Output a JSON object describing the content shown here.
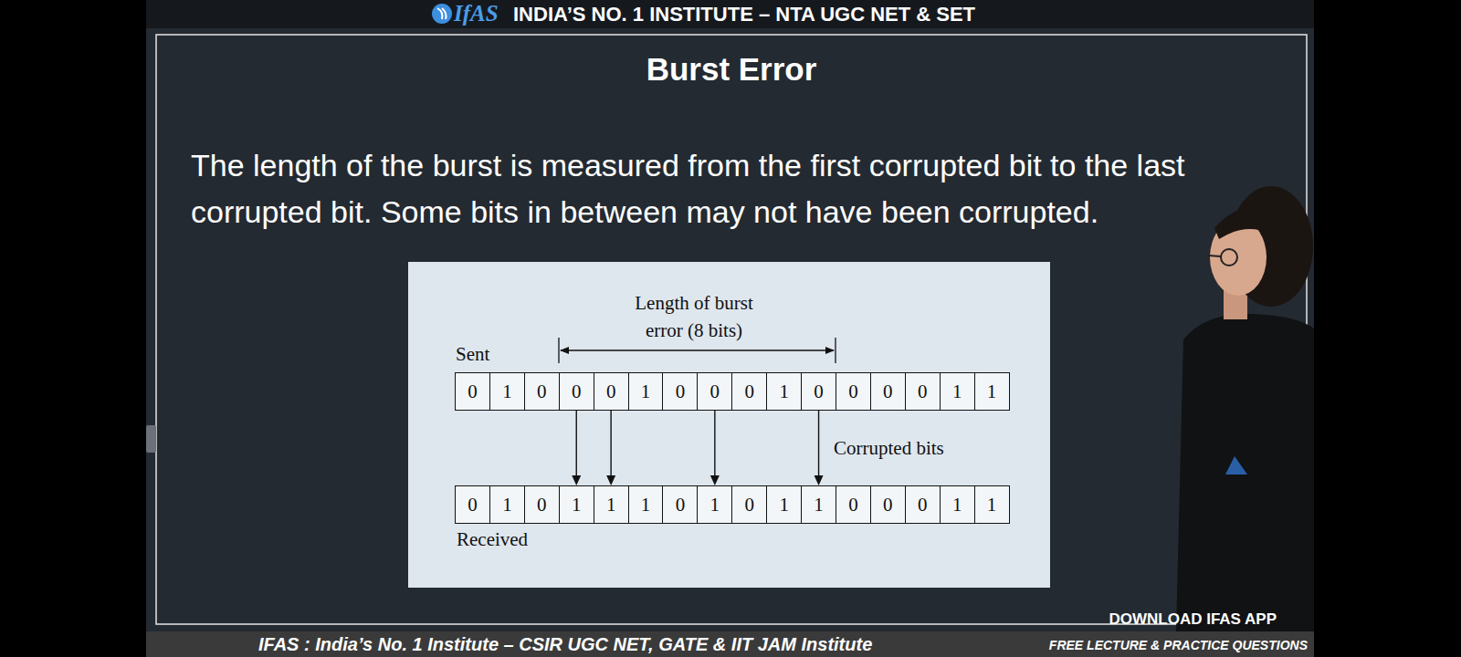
{
  "diagram": {
    "title": "Burst Error",
    "nodes": [
      {
        "text": [
          "0"
        ]
      },
      {
        "text": [
          "1"
        ]
      },
      {
        "text": [
          "0"
        ]
      },
      {
        "text": [
          "0"
        ]
      },
      {
        "text": [
          "0"
        ]
      },
      {
        "text": [
          "1"
        ]
      },
      {
        "text": [
          "0"
        ]
      },
      {
        "text": [
          "0"
        ]
      },
      {
        "text": [
          "0"
        ]
      },
      {
        "text": [
          "1"
        ]
      },
      {
        "text": [
          "0"
        ]
      },
      {
        "text": [
          "0"
        ]
      },
      {
        "text": [
          "0"
        ]
      },
      {
        "text": [
          "0"
        ]
      },
      {
        "text": [
          "1"
        ]
      },
      {
        "text": [
          "1"
        ]
      },
      {
        "text": [
          "0"
        ]
      },
      {
        "text": [
          "1"
        ]
      },
      {
        "text": [
          "0"
        ]
      },
      {
        "text": [
          "1"
        ]
      },
      {
        "text": [
          "1"
        ]
      },
      {
        "text": [
          "1"
        ]
      },
      {
        "text": [
          "0"
        ]
      },
      {
        "text": [
          "1"
        ]
      },
      {
        "text": [
          "0"
        ]
      },
      {
        "text": [
          "1"
        ]
      },
      {
        "text": [
          "1"
        ]
      },
      {
        "text": [
          "0"
        ]
      },
      {
        "text": [
          "0"
        ]
      },
      {
        "text": [
          "0"
        ]
      },
      {
        "text": [
          "1"
        ]
      },
      {
        "text": [
          "1"
        ]
      }
    ],
    "edges": [
      {
        "from": 3,
        "to": 19,
        "arrow": "to"
      },
      {
        "from": 4,
        "to": 20,
        "arrow": "to"
      },
      {
        "from": 7,
        "to": 23,
        "arrow": "to"
      },
      {
        "from": 10,
        "to": 26,
        "arrow": "to"
      }
    ],
    "labels": [
      "IfAS",
      "INDIA’S NO. 1 INSTITUTE – NTA UGC NET & SET",
      "The length of the burst is measured from the first corrupted bit to the last corrupted bit. Some bits in between may not have been corrupted.",
      "Length of burst error (8 bits)",
      "Sent",
      "Corrupted bits",
      "Received",
      "DOWNLOAD IFAS APP",
      "IFAS : India’s No. 1 Institute – CSIR UGC NET, GATE & IIT JAM Institute",
      "FREE LECTURE & PRACTICE QUESTIONS"
    ]
  }
}
